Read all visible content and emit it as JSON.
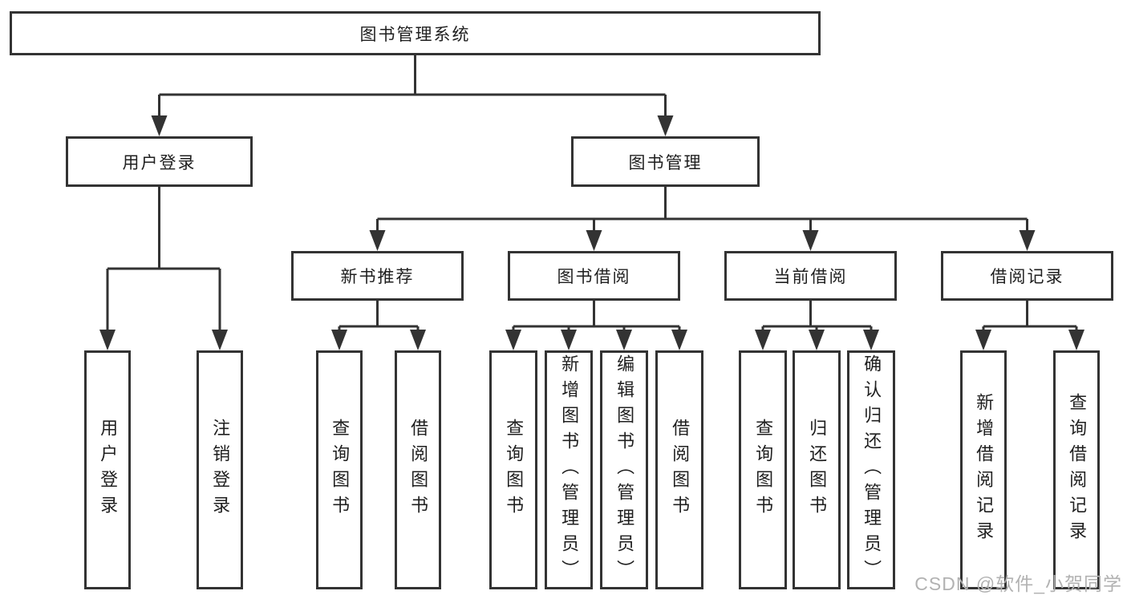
{
  "colors": {
    "line": "#333333",
    "box_border": "#333333",
    "box_fill": "#ffffff",
    "text": "#1f1f1f",
    "watermark": "#b2b2b2",
    "background": "#ffffff"
  },
  "watermark": {
    "text": "CSDN @软件_小贺同学"
  },
  "diagram": {
    "type": "tree",
    "root": {
      "label": "图书管理系统"
    },
    "branches": [
      {
        "label": "用户登录",
        "leaves": [
          {
            "label": "用户登录"
          },
          {
            "label": "注销登录"
          }
        ]
      },
      {
        "label": "图书管理",
        "sections": [
          {
            "label": "新书推荐",
            "leaves": [
              {
                "label": "查询图书"
              },
              {
                "label": "借阅图书"
              }
            ]
          },
          {
            "label": "图书借阅",
            "leaves": [
              {
                "label": "查询图书"
              },
              {
                "label": "新增图书（管理员）"
              },
              {
                "label": "编辑图书（管理员）"
              },
              {
                "label": "借阅图书"
              }
            ]
          },
          {
            "label": "当前借阅",
            "leaves": [
              {
                "label": "查询图书"
              },
              {
                "label": "归还图书"
              },
              {
                "label": "确认归还（管理员）"
              }
            ]
          },
          {
            "label": "借阅记录",
            "leaves": [
              {
                "label": "新增借阅记录"
              },
              {
                "label": "查询借阅记录"
              }
            ]
          }
        ]
      }
    ]
  }
}
